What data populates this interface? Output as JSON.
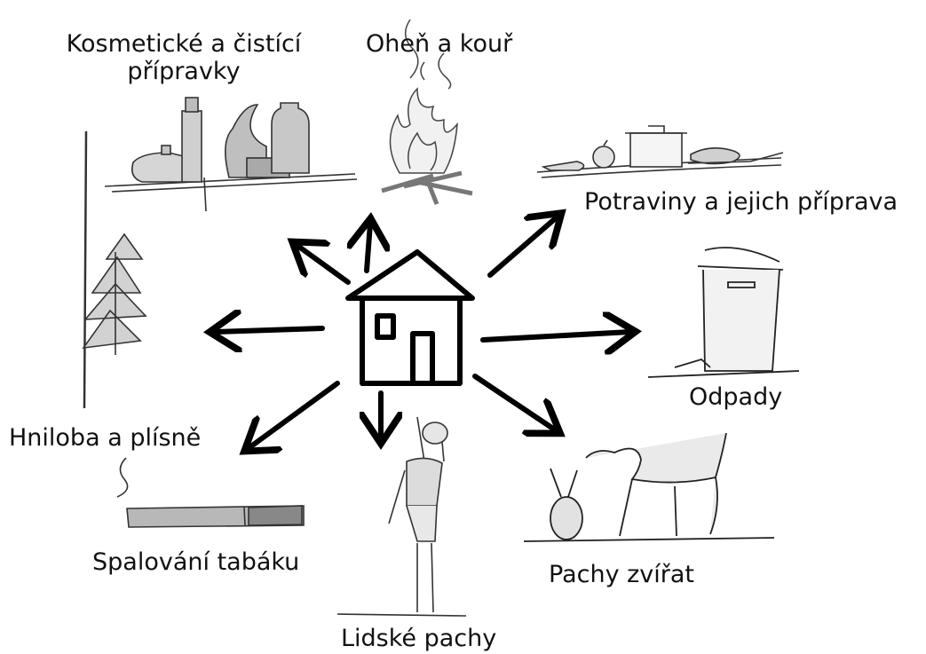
{
  "labels": {
    "cosmetics": "Kosmetické a čistící\npřípravky",
    "fire": "Oheň a kouř",
    "food": "Potraviny a jejich příprava",
    "waste": "Odpady",
    "mold": "Hniloba a plísně",
    "tobacco": "Spalování tabáku",
    "humans": "Lidské pachy",
    "animals": "Pachy zvířat"
  }
}
